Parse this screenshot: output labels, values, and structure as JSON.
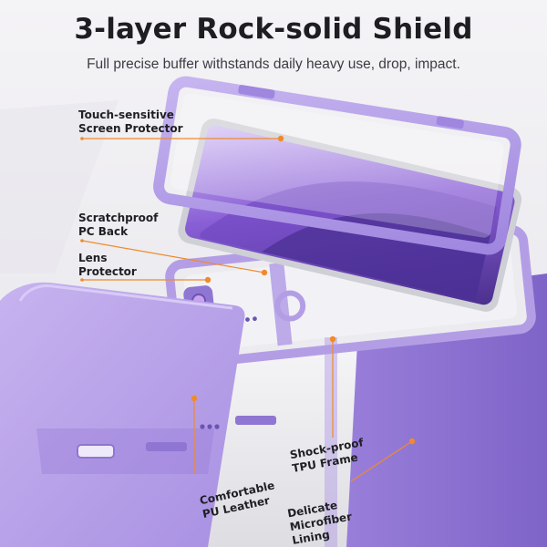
{
  "headline": "3-layer Rock-solid Shield",
  "subheadline": "Full precise buffer withstands daily heavy use, drop, impact.",
  "callouts": {
    "screen_protector": [
      "Touch-sensitive",
      "Screen Protector"
    ],
    "pc_back": [
      "Scratchproof",
      "PC Back"
    ],
    "lens_protector": [
      "Lens",
      "Protector"
    ],
    "pu_leather": [
      "Comfortable",
      "PU Leather"
    ],
    "tpu_frame": [
      "Shock-proof",
      "TPU Frame"
    ],
    "microfiber": [
      "Delicate",
      "Microfiber",
      "Lining"
    ]
  },
  "colors": {
    "case_purple": "#b39ee6",
    "case_purple_dark": "#8f76d3",
    "leader_orange": "#f08a2c",
    "screen_wallpaper": "#8a5fd6"
  },
  "icons": [
    "camera-lens-icon",
    "speaker-grille-icon",
    "button-slot-icon"
  ]
}
